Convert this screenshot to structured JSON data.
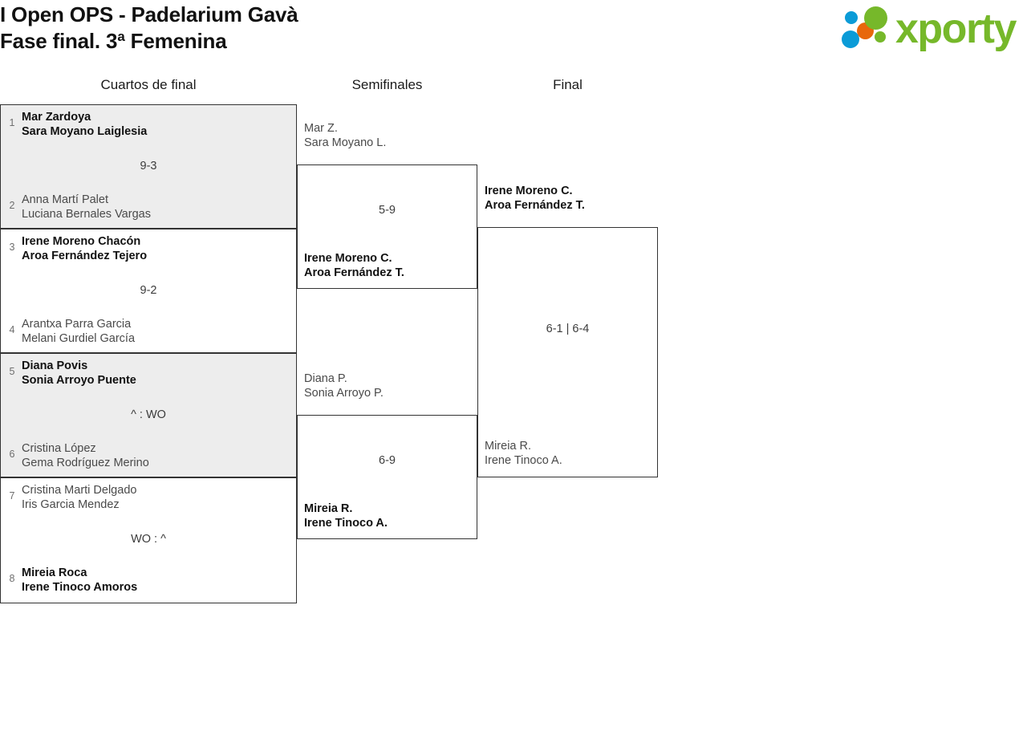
{
  "header": {
    "title_line1": "I Open OPS - Padelarium Gavà",
    "title_line2": "Fase final. 3ª Femenina",
    "logo_text": "xporty"
  },
  "colors": {
    "logo_green": "#76b82a",
    "logo_blue": "#0b9bd7",
    "logo_orange": "#e8670c",
    "shaded_row": "#ededed",
    "border": "#333333"
  },
  "rounds": [
    {
      "label": "Cuartos de final"
    },
    {
      "label": "Semifinales"
    },
    {
      "label": "Final"
    }
  ],
  "quarterfinals": [
    {
      "score": "9-3",
      "top": {
        "seed": "1",
        "player1": "Mar Zardoya",
        "player2": "Sara Moyano Laiglesia",
        "winner": true
      },
      "bottom": {
        "seed": "2",
        "player1": "Anna Martí Palet",
        "player2": "Luciana Bernales Vargas",
        "winner": false
      }
    },
    {
      "score": "9-2",
      "top": {
        "seed": "3",
        "player1": "Irene Moreno Chacón",
        "player2": "Aroa Fernández Tejero",
        "winner": true
      },
      "bottom": {
        "seed": "4",
        "player1": "Arantxa Parra Garcia",
        "player2": "Melani Gurdiel García",
        "winner": false
      }
    },
    {
      "score": "^ : WO",
      "top": {
        "seed": "5",
        "player1": "Diana Povis",
        "player2": "Sonia Arroyo Puente",
        "winner": true
      },
      "bottom": {
        "seed": "6",
        "player1": "Cristina López",
        "player2": "Gema Rodríguez Merino",
        "winner": false
      }
    },
    {
      "score": "WO : ^",
      "top": {
        "seed": "7",
        "player1": "Cristina Marti Delgado",
        "player2": "Iris Garcia Mendez",
        "winner": false
      },
      "bottom": {
        "seed": "8",
        "player1": "Mireia Roca",
        "player2": "Irene Tinoco Amoros",
        "winner": true
      }
    }
  ],
  "semifinals": [
    {
      "score": "5-9",
      "top": {
        "player1": "Mar Z.",
        "player2": "Sara Moyano L.",
        "winner": false
      },
      "bottom": {
        "player1": "Irene Moreno C.",
        "player2": "Aroa Fernández T.",
        "winner": true
      }
    },
    {
      "score": "6-9",
      "top": {
        "player1": "Diana P.",
        "player2": "Sonia Arroyo P.",
        "winner": false
      },
      "bottom": {
        "player1": "Mireia R.",
        "player2": "Irene Tinoco A.",
        "winner": true
      }
    }
  ],
  "final": {
    "score": "6-1 | 6-4",
    "top": {
      "player1": "Irene Moreno C.",
      "player2": "Aroa Fernández T.",
      "winner": true
    },
    "bottom": {
      "player1": "Mireia R.",
      "player2": "Irene Tinoco A.",
      "winner": false
    }
  }
}
